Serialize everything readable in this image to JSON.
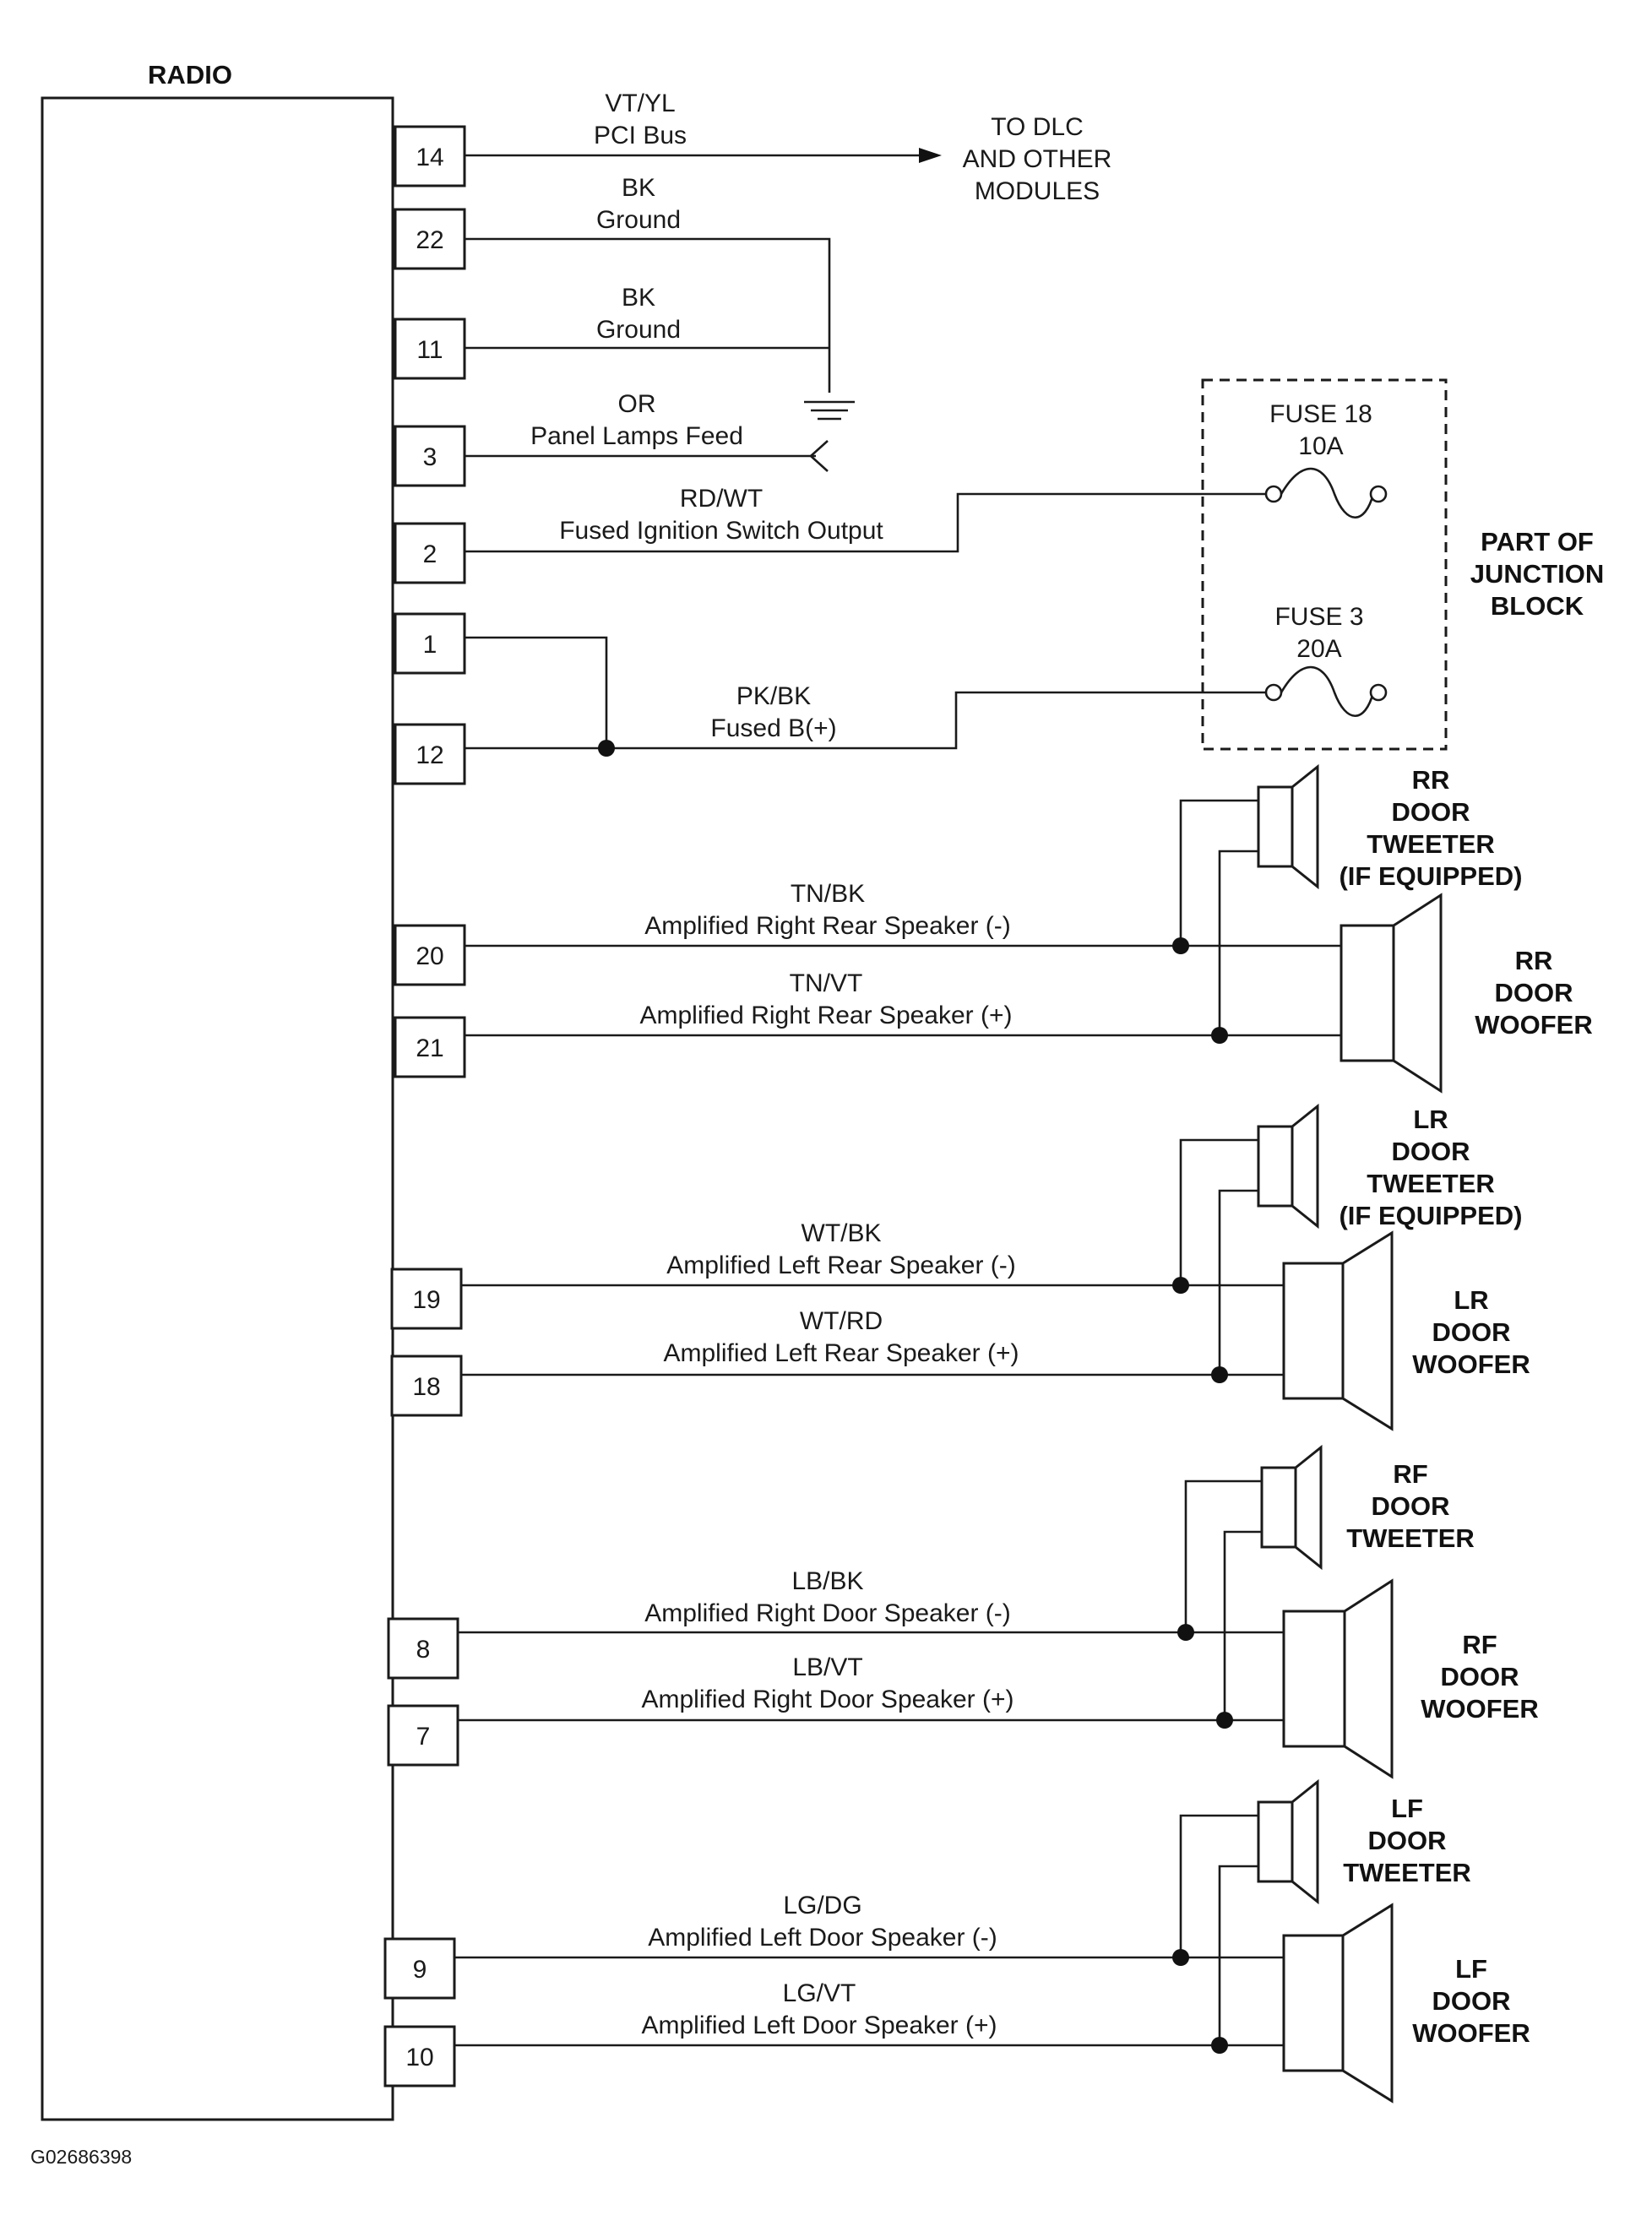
{
  "radio_title": "RADIO",
  "image_id": "G02686398",
  "pins": {
    "p14": "14",
    "p22": "22",
    "p11": "11",
    "p3": "3",
    "p2": "2",
    "p1": "1",
    "p12": "12",
    "p20": "20",
    "p21": "21",
    "p19": "19",
    "p18": "18",
    "p8": "8",
    "p7": "7",
    "p9": "9",
    "p10": "10"
  },
  "wires": {
    "w14": {
      "color": "VT/YL",
      "desc": "PCI Bus"
    },
    "w22": {
      "color": "BK",
      "desc": "Ground"
    },
    "w11": {
      "color": "BK",
      "desc": "Ground"
    },
    "w3": {
      "color": "OR",
      "desc": "Panel Lamps Feed"
    },
    "w2": {
      "color": "RD/WT",
      "desc": "Fused Ignition Switch Output"
    },
    "w12": {
      "color": "PK/BK",
      "desc": "Fused B(+)"
    },
    "w20": {
      "color": "TN/BK",
      "desc": "Amplified Right Rear Speaker (-)"
    },
    "w21": {
      "color": "TN/VT",
      "desc": "Amplified Right Rear Speaker (+)"
    },
    "w19": {
      "color": "WT/BK",
      "desc": "Amplified Left Rear Speaker (-)"
    },
    "w18": {
      "color": "WT/RD",
      "desc": "Amplified Left Rear Speaker (+)"
    },
    "w8": {
      "color": "LB/BK",
      "desc": "Amplified Right Door Speaker (-)"
    },
    "w7": {
      "color": "LB/VT",
      "desc": "Amplified Right Door Speaker (+)"
    },
    "w9": {
      "color": "LG/DG",
      "desc": "Amplified Left Door Speaker (-)"
    },
    "w10": {
      "color": "LG/VT",
      "desc": "Amplified Left Door Speaker (+)"
    }
  },
  "dlc": {
    "line1": "TO DLC",
    "line2": "AND OTHER",
    "line3": "MODULES"
  },
  "fuse18": {
    "name": "FUSE 18",
    "rating": "10A"
  },
  "fuse3": {
    "name": "FUSE 3",
    "rating": "20A"
  },
  "junction": {
    "line1": "PART OF",
    "line2": "JUNCTION",
    "line3": "BLOCK"
  },
  "speakers": {
    "rr_tweeter": {
      "line1": "RR",
      "line2": "DOOR",
      "line3": "TWEETER",
      "line4": "(IF EQUIPPED)"
    },
    "rr_woofer": {
      "line1": "RR",
      "line2": "DOOR",
      "line3": "WOOFER"
    },
    "lr_tweeter": {
      "line1": "LR",
      "line2": "DOOR",
      "line3": "TWEETER",
      "line4": "(IF EQUIPPED)"
    },
    "lr_woofer": {
      "line1": "LR",
      "line2": "DOOR",
      "line3": "WOOFER"
    },
    "rf_tweeter": {
      "line1": "RF",
      "line2": "DOOR",
      "line3": "TWEETER"
    },
    "rf_woofer": {
      "line1": "RF",
      "line2": "DOOR",
      "line3": "WOOFER"
    },
    "lf_tweeter": {
      "line1": "LF",
      "line2": "DOOR",
      "line3": "TWEETER"
    },
    "lf_woofer": {
      "line1": "LF",
      "line2": "DOOR",
      "line3": "WOOFER"
    }
  }
}
